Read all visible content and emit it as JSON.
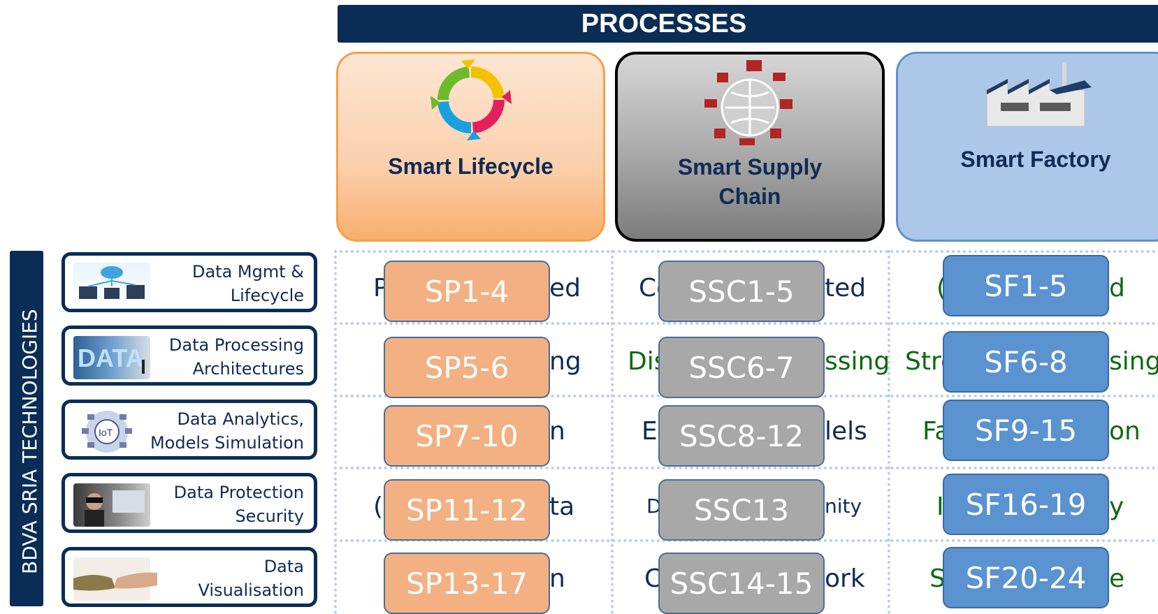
{
  "header": {
    "title": "PROCESSES"
  },
  "processes": [
    {
      "label_line1": "Smart Lifecycle",
      "label_line2": ""
    },
    {
      "label_line1": "Smart Supply",
      "label_line2": "Chain"
    },
    {
      "label_line1": "Smart Factory",
      "label_line2": ""
    }
  ],
  "side_label": "BDVA SRIA  TECHNOLOGIES",
  "technologies": [
    {
      "line1": "Data Mgmt &",
      "line2": "Lifecycle",
      "icon": "cloud-devices-icon"
    },
    {
      "line1": "Data Processing",
      "line2": "Architectures",
      "icon": "data-screen-icon"
    },
    {
      "line1": "Data Analytics,",
      "line2": "Models Simulation",
      "icon": "iot-icon"
    },
    {
      "line1": "Data Protection",
      "line2": "Security",
      "icon": "vr-headset-icon"
    },
    {
      "line1": "Data",
      "line2": "Visualisation",
      "icon": "robot-hand-icon"
    }
  ],
  "rows": [
    {
      "c1_left": "P",
      "c1_right": "ed",
      "c2_left": "Co",
      "c2_right": "ted",
      "c3_left": "(",
      "c3_right": "d",
      "box1": "SP1-4",
      "box2": "SSC1-5",
      "box3": "SF1-5"
    },
    {
      "c1_left": "",
      "c1_right": "ng",
      "c2_left": "Dis",
      "c2_right": "ssing",
      "c3_left": "Stre",
      "c3_right": "sing",
      "box1": "SP5-6",
      "box2": "SSC6-7",
      "box3": "SF6-8"
    },
    {
      "c1_left": "",
      "c1_right": "n",
      "c2_left": "E",
      "c2_right": "lels",
      "c3_left": "Fa",
      "c3_right": "on",
      "box1": "SP7-10",
      "box2": "SSC8-12",
      "box3": "SF9-15"
    },
    {
      "c1_left": "(",
      "c1_right": "ta",
      "c2_left": "D",
      "c2_right": "nity",
      "c3_left": "I",
      "c3_right": "y",
      "box1": "SP11-12",
      "box2": "SSC13",
      "box3": "SF16-19"
    },
    {
      "c1_left": "",
      "c1_right": "n",
      "c2_left": "C",
      "c2_right": "ork",
      "c3_left": "S",
      "c3_right": "e",
      "box1": "SP13-17",
      "box2": "SSC14-15",
      "box3": "SF20-24"
    }
  ],
  "colors": {
    "navy": "#0a2d55",
    "lifecycle_box": "#f2b083",
    "supply_box": "#a8a8a8",
    "factory_box": "#5b92d0"
  }
}
